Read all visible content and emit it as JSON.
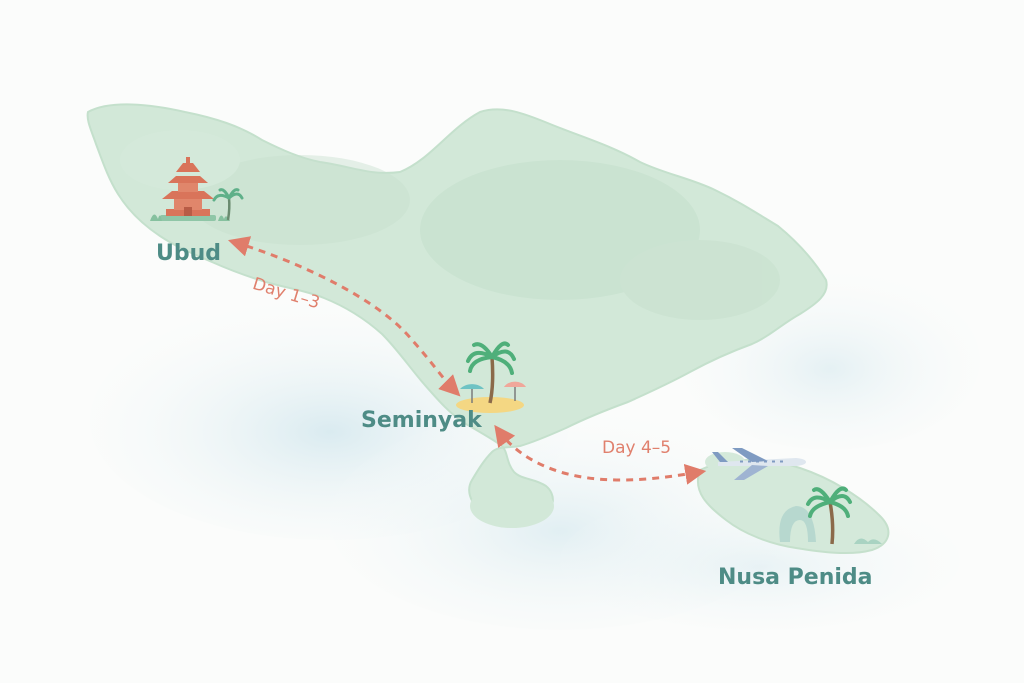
{
  "map": {
    "colors": {
      "background": "#fbfcfb",
      "water": "#dcecf1",
      "land": "#cfe6d4",
      "land_highlight": "#c2dfcb",
      "label": "#4e8c86",
      "route": "#e07c6a",
      "temple": "#d9745a"
    },
    "places": [
      {
        "id": "ubud",
        "name": "Ubud",
        "icon": "temple-icon"
      },
      {
        "id": "seminyak",
        "name": "Seminyak",
        "icon": "beach-umbrella-palm-icon"
      },
      {
        "id": "nusa-penida",
        "name": "Nusa Penida",
        "icon": "palm-rock-arch-icon"
      }
    ],
    "routes": [
      {
        "from": "Ubud",
        "to": "Seminyak",
        "label": "Day 1–3",
        "style": "dashed"
      },
      {
        "from": "Seminyak",
        "to": "Nusa Penida",
        "label": "Day 4–5",
        "style": "dashed",
        "icon": "airplane-icon"
      }
    ]
  }
}
